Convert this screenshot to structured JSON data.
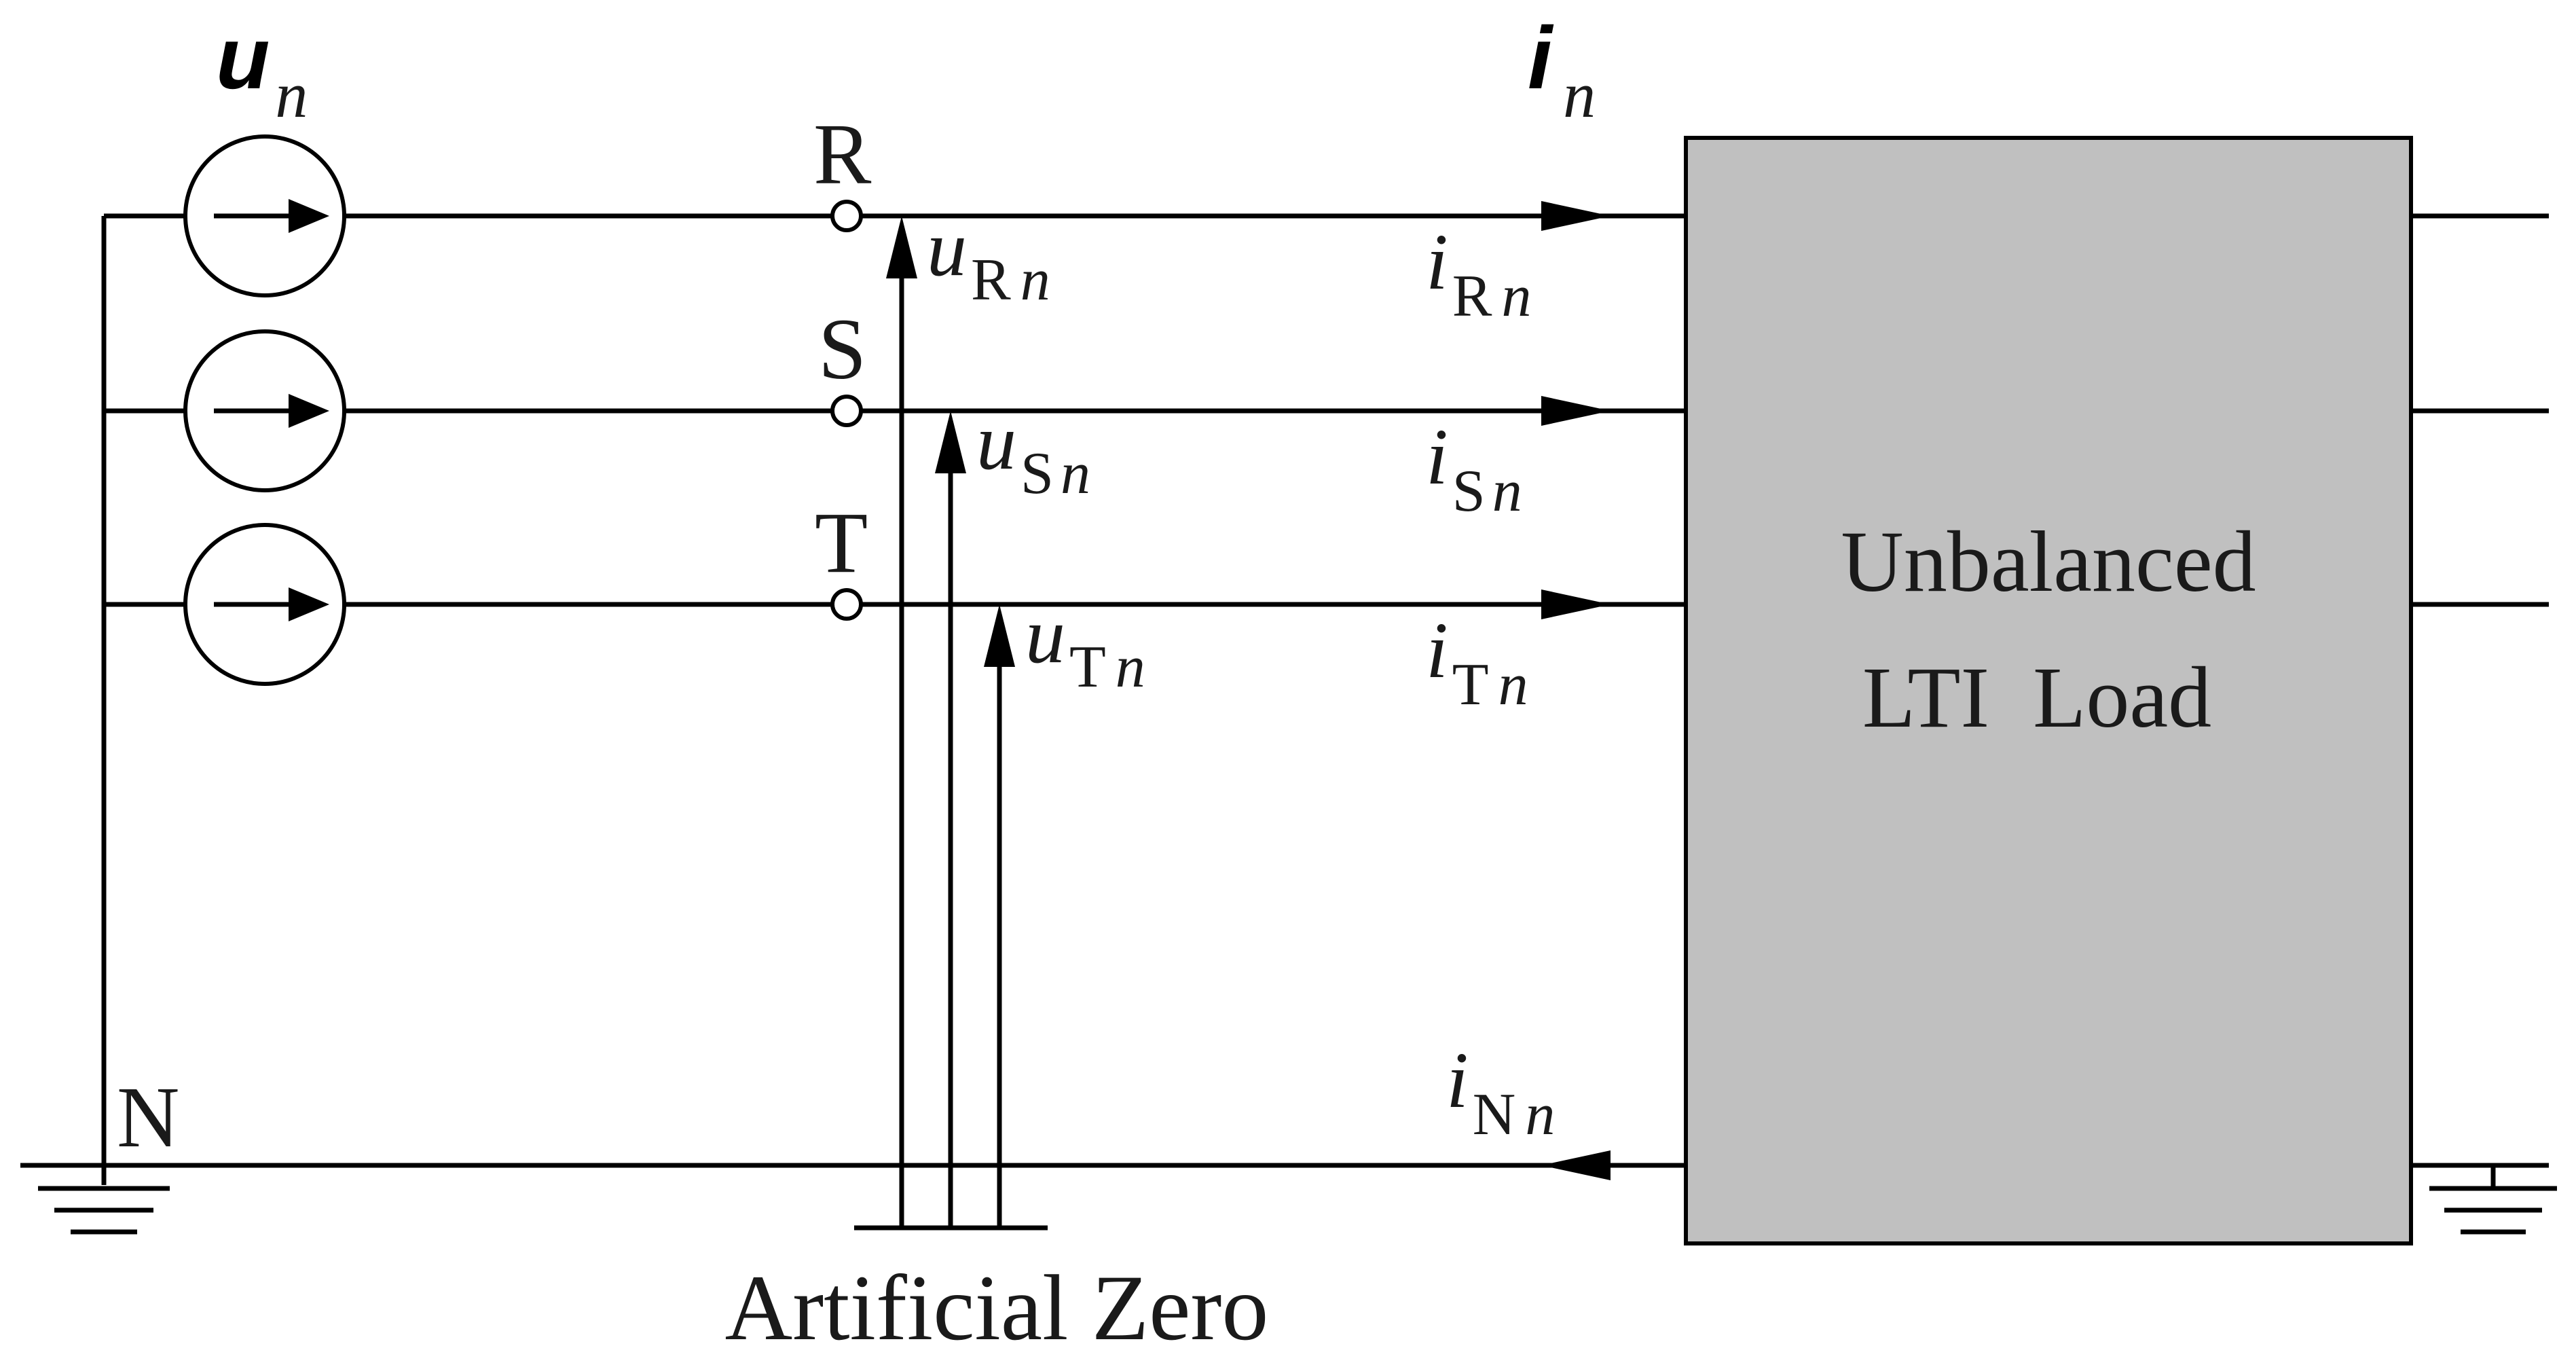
{
  "source_group": {
    "symbol": "u",
    "subscript": "n"
  },
  "current_group": {
    "symbol": "i",
    "subscript": "n"
  },
  "terminals": {
    "r": "R",
    "s": "S",
    "t": "T",
    "n": "N"
  },
  "voltages": {
    "r": {
      "symbol": "u",
      "sub": "R",
      "sub2": "n"
    },
    "s": {
      "symbol": "u",
      "sub": "S",
      "sub2": "n"
    },
    "t": {
      "symbol": "u",
      "sub": "T",
      "sub2": "n"
    }
  },
  "currents": {
    "r": {
      "symbol": "i",
      "sub": "R",
      "sub2": "n"
    },
    "s": {
      "symbol": "i",
      "sub": "S",
      "sub2": "n"
    },
    "t": {
      "symbol": "i",
      "sub": "T",
      "sub2": "n"
    },
    "n": {
      "symbol": "i",
      "sub": "N",
      "sub2": "n"
    }
  },
  "load": {
    "line1": "Unbalanced",
    "line2": "LTI  Load",
    "fill_color": "#c0c0c0"
  },
  "artificial_zero_label": "Artificial Zero"
}
